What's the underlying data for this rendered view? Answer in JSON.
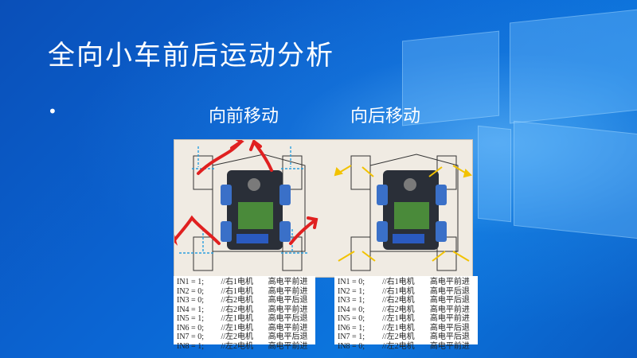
{
  "slide": {
    "title": "全向小车前后运动分析",
    "bullet": "•",
    "forward_label": "向前移动",
    "backward_label": "向后移动"
  },
  "forward_table": [
    {
      "pin": "IN1 = 1;",
      "comment": "//右1电机",
      "level": "高电平前进"
    },
    {
      "pin": "IN2 = 0;",
      "comment": "//右1电机",
      "level": "高电平前进"
    },
    {
      "pin": "IN3 = 0;",
      "comment": "//右2电机",
      "level": "高电平后退"
    },
    {
      "pin": "IN4 = 1;",
      "comment": "//右2电机",
      "level": "高电平前进"
    },
    {
      "pin": "IN5 = 1;",
      "comment": "//左1电机",
      "level": "高电平后退"
    },
    {
      "pin": "IN6 = 0;",
      "comment": "//左1电机",
      "level": "高电平前进"
    },
    {
      "pin": "IN7 = 0;",
      "comment": "//左2电机",
      "level": "高电平后退"
    },
    {
      "pin": "IN8 = 1;",
      "comment": "//左2电机",
      "level": "高电平前进"
    }
  ],
  "backward_table": [
    {
      "pin": "IN1 = 0;",
      "comment": "//右1电机",
      "level": "高电平前进"
    },
    {
      "pin": "IN2 = 1;",
      "comment": "//右1电机",
      "level": "高电平后退"
    },
    {
      "pin": "IN3 = 1;",
      "comment": "//右2电机",
      "level": "高电平后退"
    },
    {
      "pin": "IN4 = 0;",
      "comment": "//右2电机",
      "level": "高电平前进"
    },
    {
      "pin": "IN5 = 0;",
      "comment": "//左1电机",
      "level": "高电平前进"
    },
    {
      "pin": "IN6 = 1;",
      "comment": "//左1电机",
      "level": "高电平后退"
    },
    {
      "pin": "IN7 = 1;",
      "comment": "//左2电机",
      "level": "高电平后退"
    },
    {
      "pin": "IN8 = 0;",
      "comment": "//左2电机",
      "level": "高电平前进"
    }
  ],
  "colors": {
    "forward_arrow": "#e02020",
    "backward_arrow": "#f2c200",
    "motion_dash": "#2aa0e0"
  }
}
